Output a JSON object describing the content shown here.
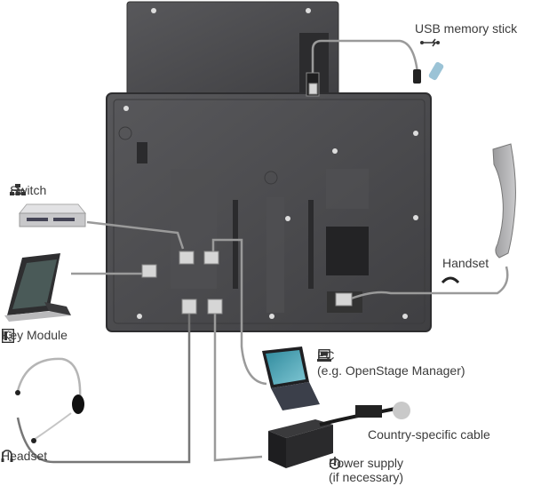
{
  "diagram": {
    "title": "Phone rear connections",
    "labels": {
      "usb": "USB memory stick",
      "switch": "Switch",
      "key_module": "Key Module",
      "handset": "Handset",
      "pc_line1": "PC",
      "pc_line2": "(e.g. OpenStage Manager)",
      "cable": "Country-specific cable",
      "power_line1": "Power supply",
      "power_line2": "(if necessary)",
      "headset": "Headset"
    },
    "icons": {
      "usb": "usb-icon",
      "switch": "network-icon",
      "key_module": "key-module-icon",
      "handset": "handset-icon",
      "pc": "computer-icon",
      "power": "power-icon",
      "headset": "headset-icon"
    },
    "colors": {
      "phone_body": "#4a4a4c",
      "phone_edge": "#5d5d60",
      "cable": "#8a8a8a",
      "text": "#3b3b3b"
    }
  }
}
